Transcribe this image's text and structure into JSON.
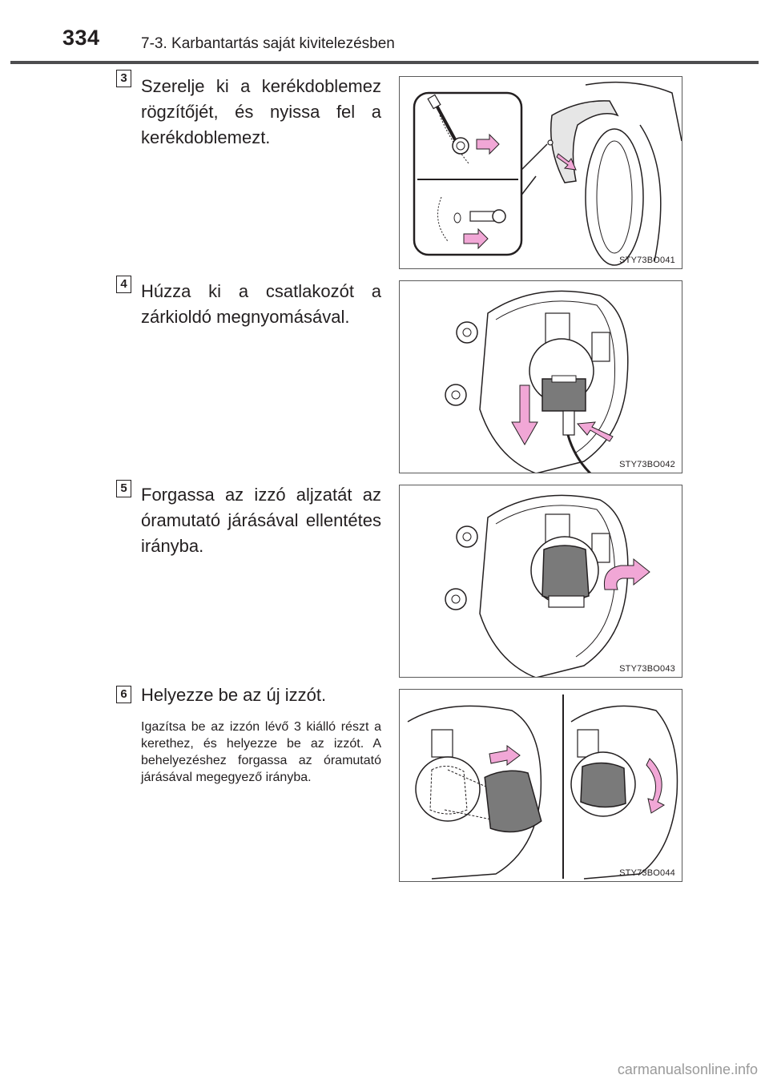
{
  "header": {
    "page_number": "334",
    "section_title": "7-3. Karbantartás saját kivitelezésben"
  },
  "steps": [
    {
      "number": "3",
      "text": "Szerelje ki a kerékdoblemez rögzítőjét, és nyissa fel a kerékdoblemezt.",
      "figure_code": "STY73BO041"
    },
    {
      "number": "4",
      "text": "Húzza ki a csatlakozót a zárkioldó megnyomásával.",
      "figure_code": "STY73BO042"
    },
    {
      "number": "5",
      "text": "Forgassa az izzó aljzatát az óramutató járásával ellentétes irányba.",
      "figure_code": "STY73BO043"
    },
    {
      "number": "6",
      "text": "Helyezze be az új izzót.",
      "note": "Igazítsa be az izzón lévő 3 kiálló részt a kerethez, és helyezze be az izzót. A behelyezéshez forgassa az óramutató járásával megegyező irányba.",
      "figure_code": "STY73BO044"
    }
  ],
  "watermark": "carmanualsonline.info",
  "colors": {
    "arrow": "#f1a7d6",
    "arrow_stroke": "#231f20",
    "header_rule": "#4d4d4f",
    "line_art": "#231f20"
  }
}
